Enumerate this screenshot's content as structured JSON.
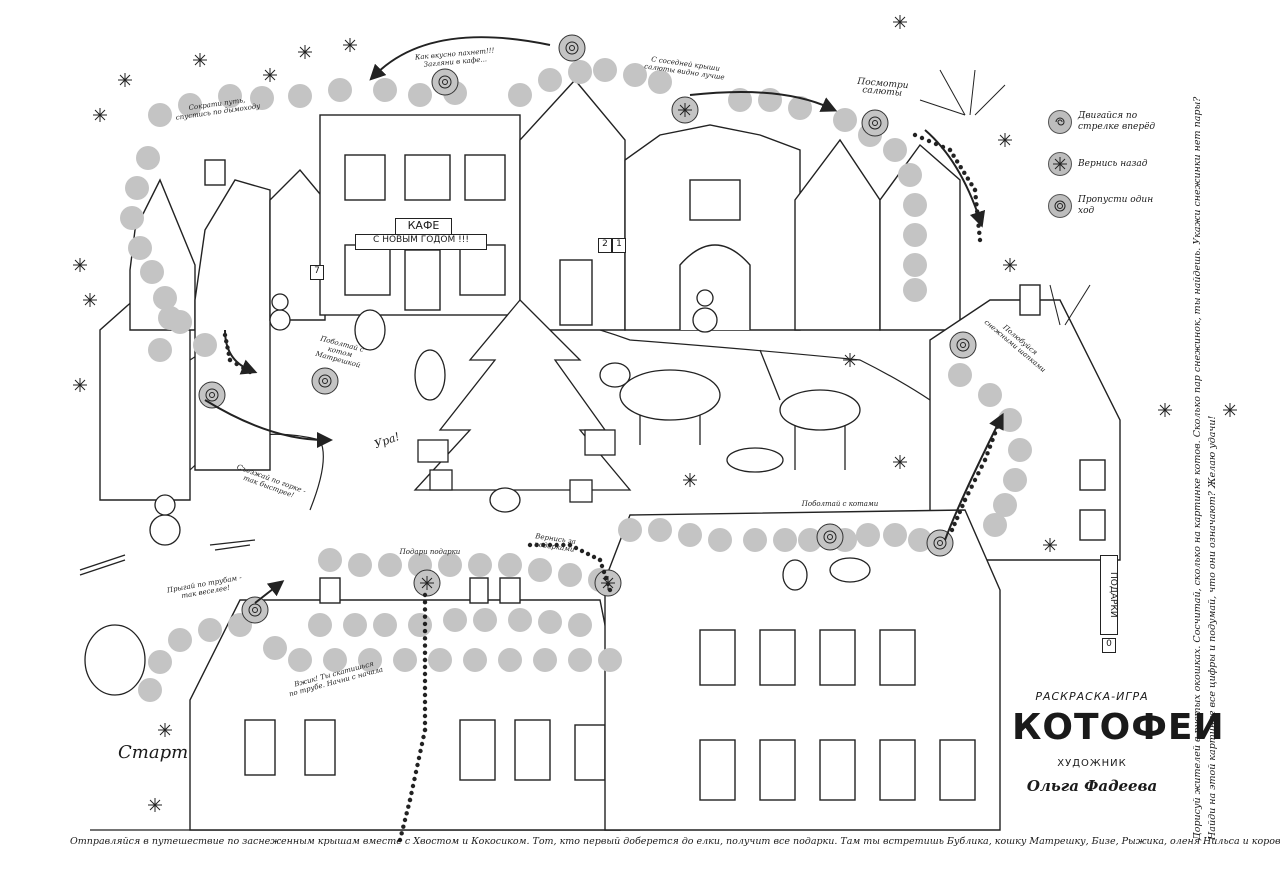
{
  "colors": {
    "cell": "#c4c4c4",
    "ink": "#1a1a1a",
    "paper": "#ffffff"
  },
  "legend": [
    {
      "icon": "swirl-icon",
      "text": "Двигайся по стрелке вперёд"
    },
    {
      "icon": "snowflake-icon",
      "text": "Вернись назад"
    },
    {
      "icon": "spiral-icon",
      "text": "Пропусти один ход"
    }
  ],
  "start_label": "Старт",
  "banners": {
    "b1": "Прыгай по трубам -\nтак веселее!",
    "b2": "Съезжай по горке -\nтак быстрее!",
    "b3": "Поболтай с котом\nМатрешкой",
    "b4": "Сократи путь,\nспустись по дымоходу",
    "b5": "Как вкусно пахнет!!!\nЗагляни в кафе...",
    "b6": "С соседней крыши\nсалюты видно лучше",
    "b7": "Посмотри салюты",
    "b8": "Вжик! Ты скатишься\nпо трубе. Начни с начала",
    "b9": "Подари подарки",
    "b10": "Вернись за подарками",
    "b11": "Поболтай с котами",
    "b12": "Полюбуйся\nснежными шапками"
  },
  "signs": {
    "cafe": "КАФЕ",
    "newyear": "С НОВЫМ ГОДОМ !!!",
    "house2": "2",
    "house1": "1",
    "house7": "7",
    "gifts": "ПОДАРКИ",
    "house0": "0",
    "ura": "Ура!"
  },
  "brand": {
    "type": "РАСКРАСКА-ИГРА",
    "name": "КОТОФЕИ",
    "role": "ХУДОЖНИК",
    "artist": "Ольга Фадеева"
  },
  "bottom_text": "Отправляйся в путешествие по заснеженным крышам вместе с Хвостом и Кокосиком. Тот, кто первый доберется до елки, получит все подарки. Там ты встретишь Бублика, кошку Матрешку, Бизе, Рыжика, оленя Нильса и корову Дочку.",
  "side_text": [
    "Дорисуй жителей в пустых окошках. Сосчитай, сколько на картинке котов. Сколько пар снежинок, ты найдешь. Укажи снежинки нет пары?",
    "Найди на этой картинке все цифры и подумай, что они означают? Желаю удачи!"
  ]
}
